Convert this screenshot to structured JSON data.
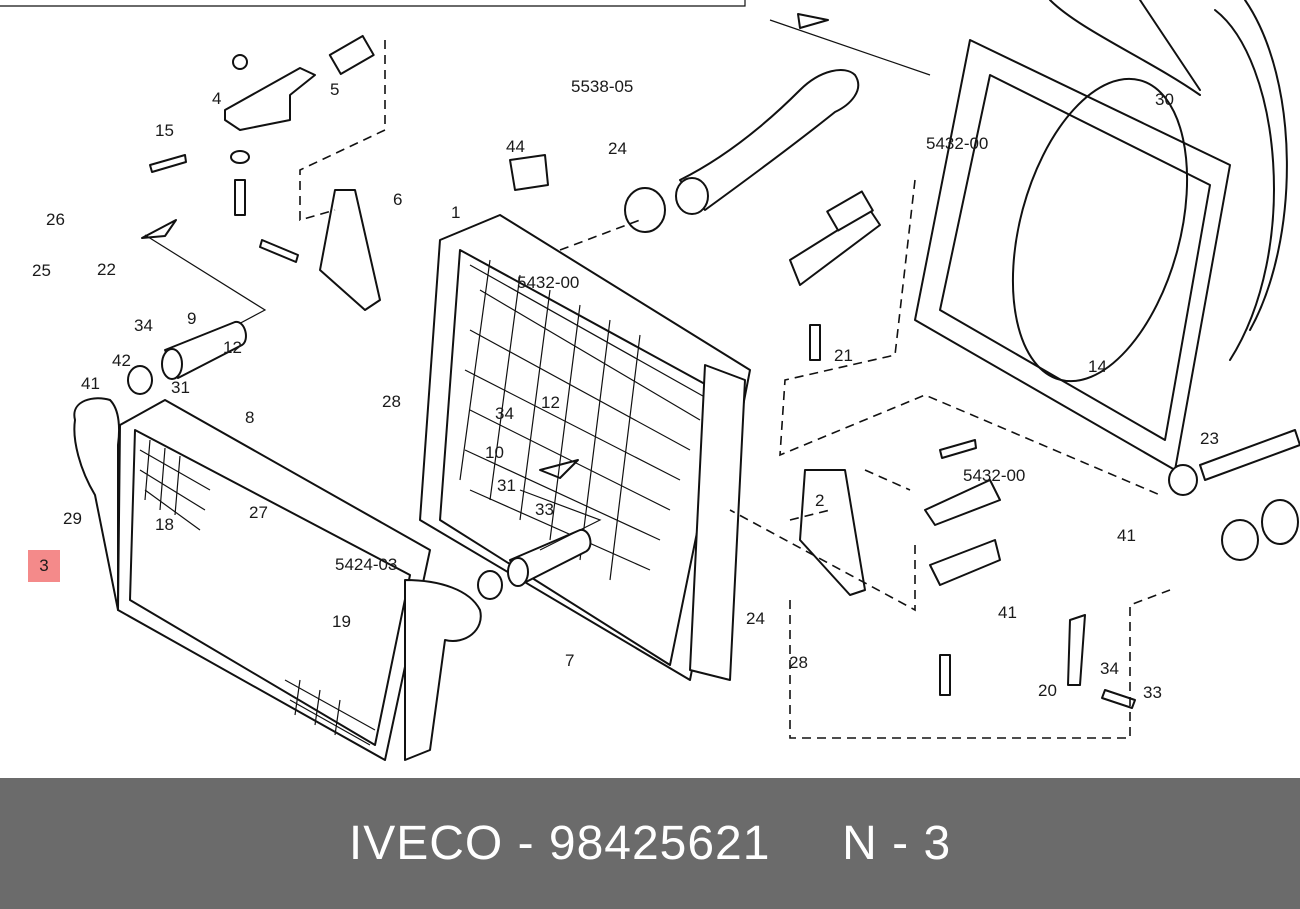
{
  "diagram": {
    "group_codes": [
      "5538-05",
      "5432-00",
      "5432-00",
      "5432-00",
      "5424-03"
    ],
    "callouts": [
      "4",
      "5",
      "15",
      "26",
      "25",
      "22",
      "6",
      "44",
      "24",
      "1",
      "34",
      "9",
      "12",
      "42",
      "41",
      "31",
      "8",
      "28",
      "10",
      "12",
      "34",
      "31",
      "33",
      "29",
      "18",
      "27",
      "19",
      "23",
      "7",
      "24",
      "28",
      "21",
      "14",
      "2",
      "41",
      "41",
      "20",
      "34",
      "33",
      "30"
    ],
    "highlighted_callout": "3"
  },
  "footer": {
    "text": "IVECO - 98425621     N - 3"
  },
  "colors": {
    "footer_bg": "#6b6b6b",
    "footer_text": "#ffffff",
    "highlight_bg": "#f48a8a"
  }
}
